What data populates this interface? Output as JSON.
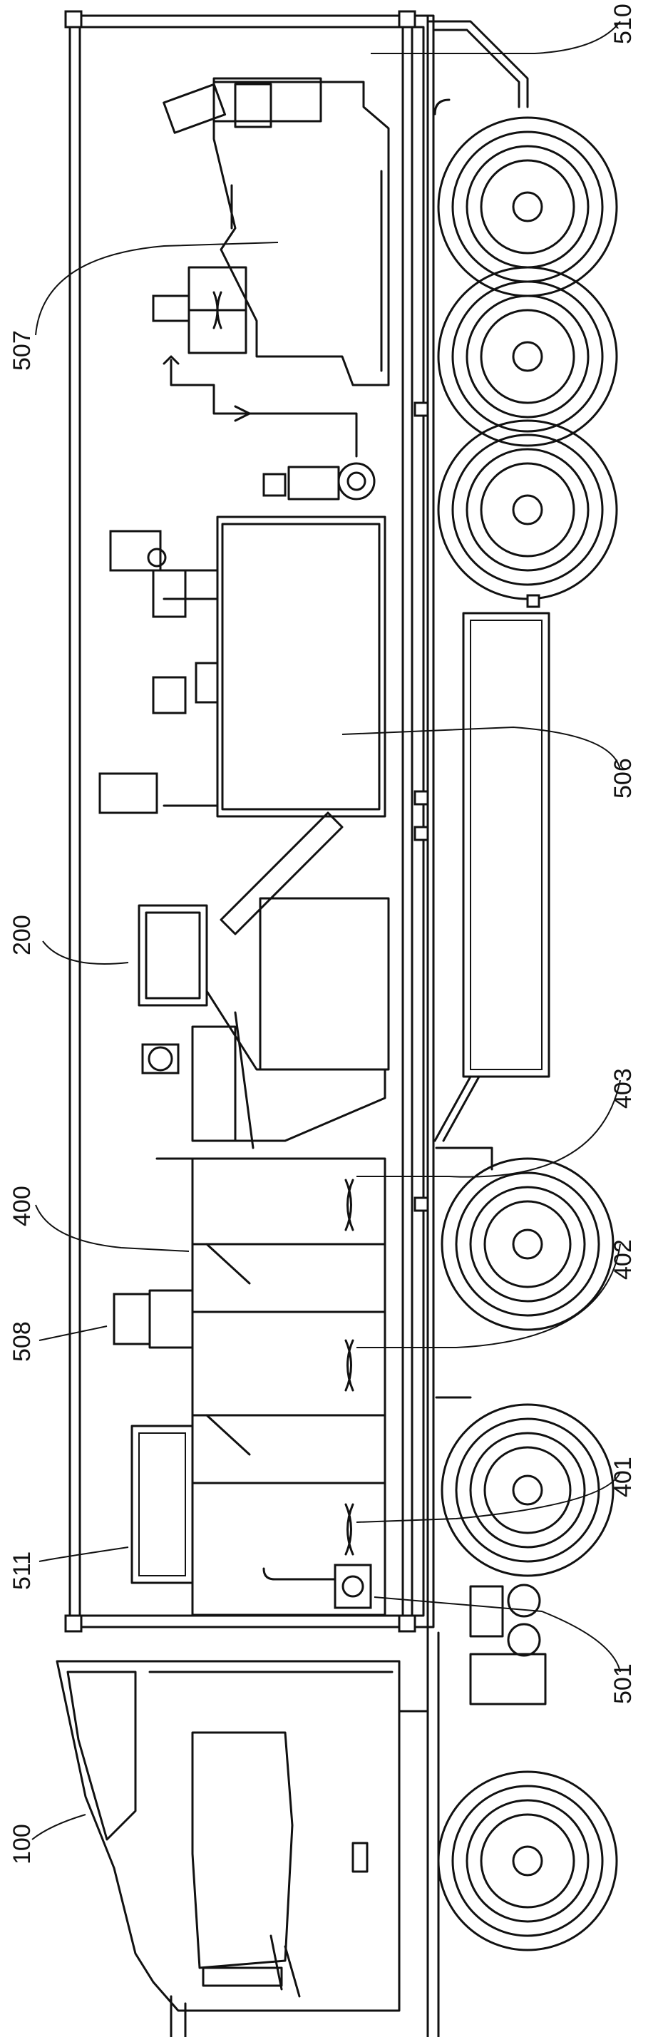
{
  "labels": {
    "l510": "510",
    "l507": "507",
    "l506": "506",
    "l200": "200",
    "l403": "403",
    "l400": "400",
    "l402": "402",
    "l508": "508",
    "l401": "401",
    "l511": "511",
    "l501": "501",
    "l100": "100"
  }
}
